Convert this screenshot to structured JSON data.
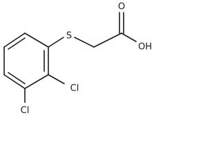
{
  "molecule": {
    "atoms": {
      "sulfur": "S",
      "carbonyl_oxygen": "O",
      "hydroxyl": "OH",
      "chlorine_2": "Cl",
      "chlorine_3": "Cl"
    },
    "colors": {
      "bond": "#1a1a1a",
      "background": "#ffffff"
    }
  }
}
